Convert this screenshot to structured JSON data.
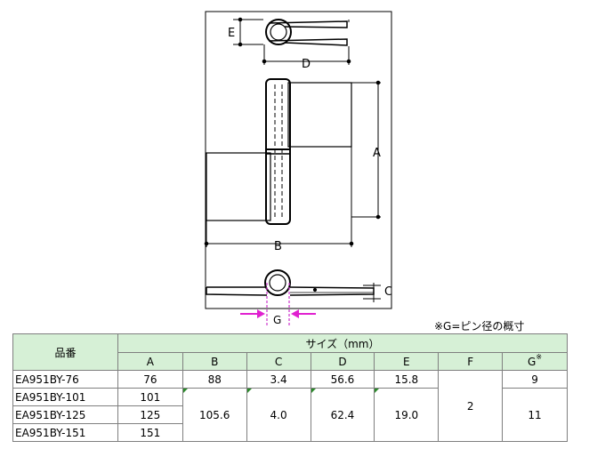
{
  "drawing": {
    "dim_labels": {
      "A": "A",
      "B": "B",
      "C": "C",
      "D": "D",
      "E": "E",
      "G": "G"
    }
  },
  "note": "※G=ピン径の概寸",
  "table": {
    "part_header": "品番",
    "size_header": "サイズ（mm）",
    "columns": [
      "A",
      "B",
      "C",
      "D",
      "E",
      "F",
      "G"
    ],
    "g_mark": "※",
    "rows": [
      {
        "part": "EA951BY-76",
        "A": "76",
        "B": "88",
        "C": "3.4",
        "D": "56.6",
        "E": "15.8",
        "F": "2",
        "G": "9"
      },
      {
        "part": "EA951BY-101",
        "A": "101",
        "B": "105.6",
        "C": "4.0",
        "D": "62.4",
        "E": "19.0",
        "F": "2",
        "G": "11"
      },
      {
        "part": "EA951BY-125",
        "A": "125",
        "B": "105.6",
        "C": "4.0",
        "D": "62.4",
        "E": "19.0",
        "F": "2",
        "G": "11"
      },
      {
        "part": "EA951BY-151",
        "A": "151",
        "B": "105.6",
        "C": "4.0",
        "D": "62.4",
        "E": "19.0",
        "F": "2",
        "G": "11"
      }
    ]
  }
}
